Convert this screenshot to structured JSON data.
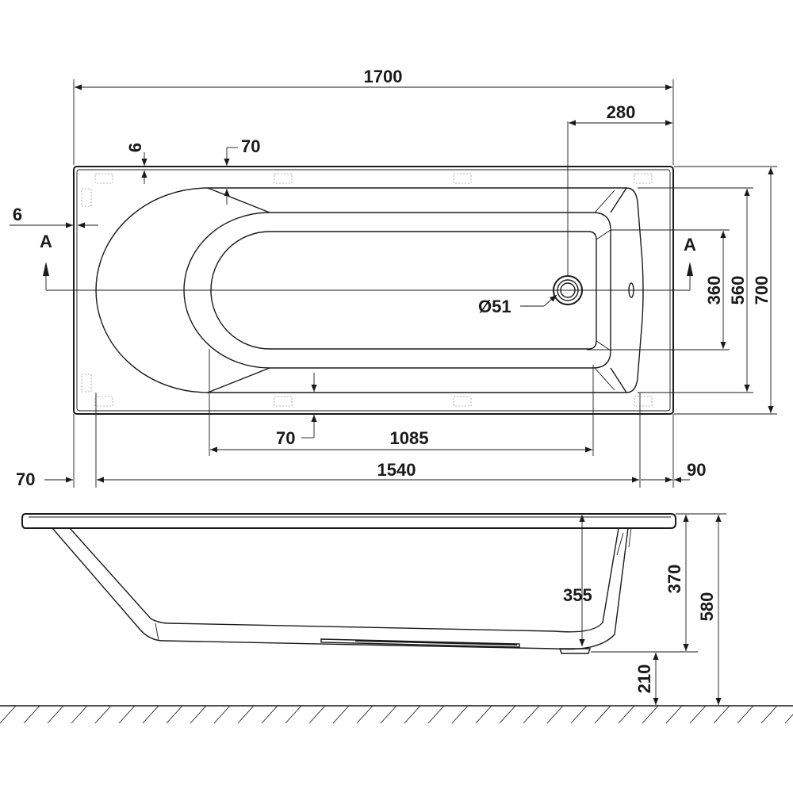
{
  "dimensions": {
    "overall_length": "1700",
    "waste_offset": "280",
    "rim_top": "70",
    "rim_thickness": "6",
    "rim_side_left": "6",
    "section_left": "A",
    "section_right": "A",
    "height_outlet_span": "360",
    "inner_width": "560",
    "overall_width": "700",
    "waste_diameter": "Ø51",
    "rim_bottom": "70",
    "base_length": "1085",
    "inner_length": "1540",
    "left_rim": "70",
    "right_rim": "90",
    "depth_355": "355",
    "depth_370": "370",
    "overall_height": "580",
    "floor_clearance": "210"
  }
}
